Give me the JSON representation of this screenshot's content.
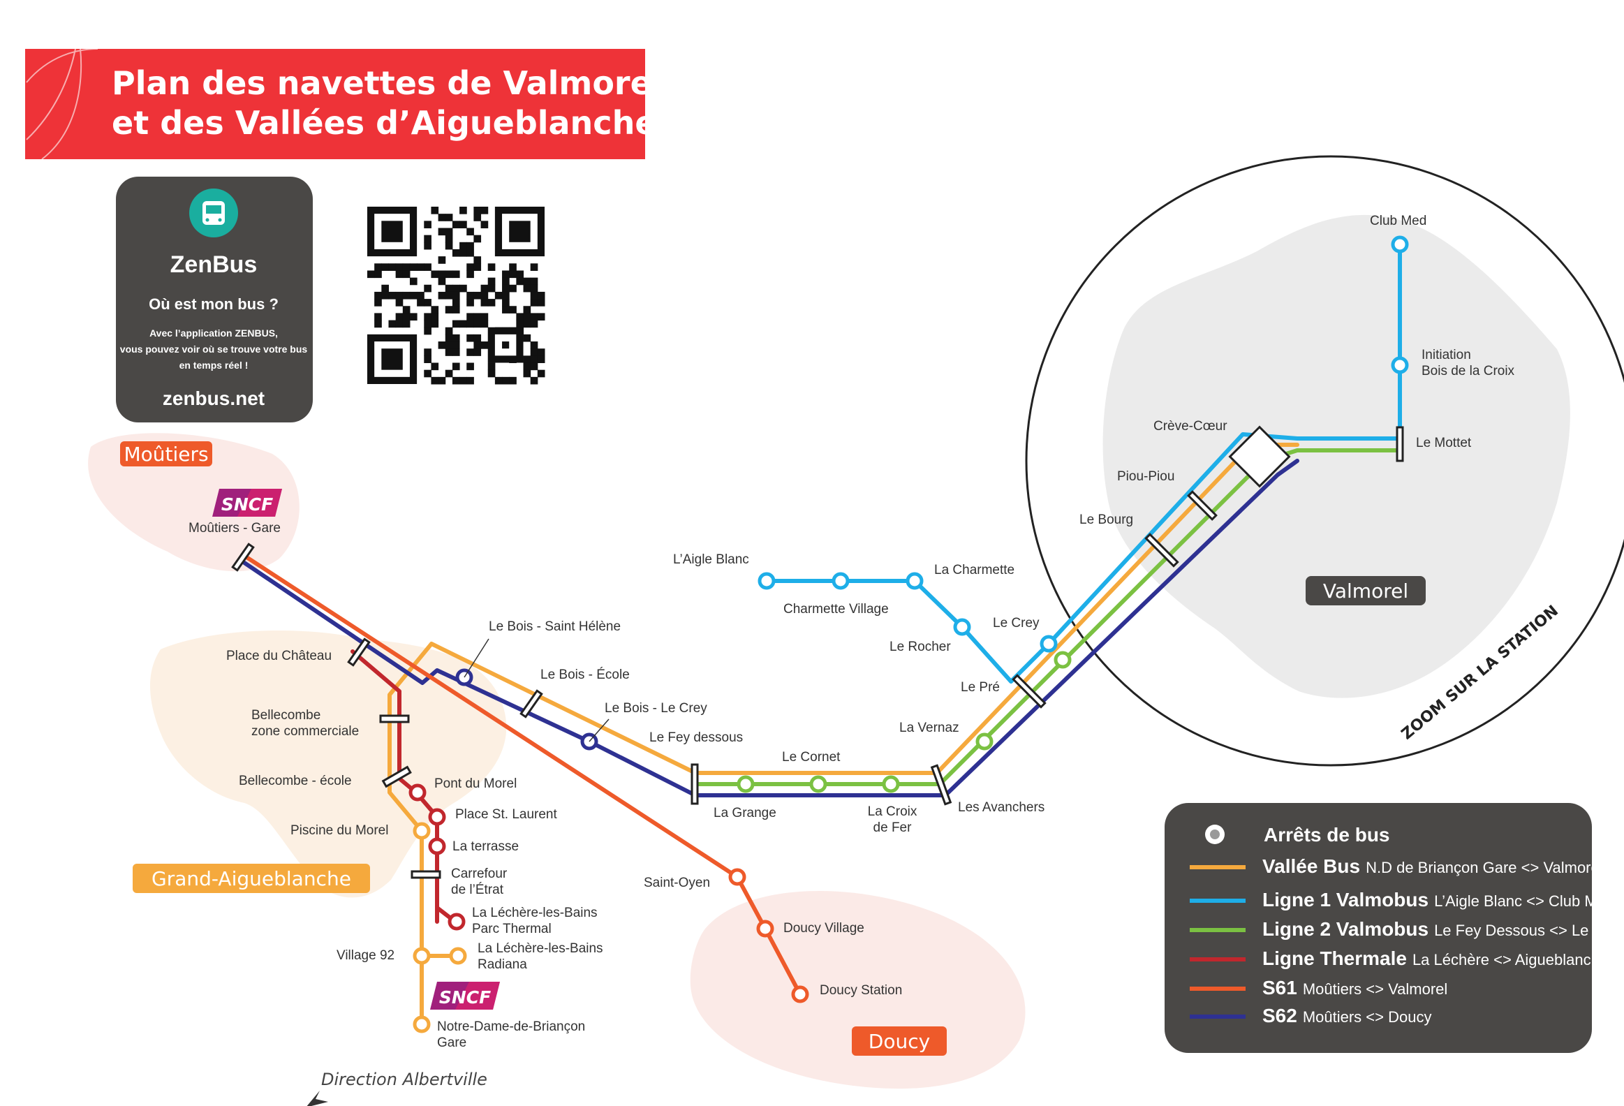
{
  "title": {
    "line1": "Plan des navettes de Valmorel",
    "line2": "et des Vallées d’Aigueblanche"
  },
  "zenbus": {
    "name": "ZenBus",
    "question": "Où est mon bus ?",
    "text_line1": "Avec l’application ZENBUS,",
    "text_line2": "vous pouvez voir où se trouve votre bus",
    "text_line3": "en temps réel !",
    "url": "zenbus.net",
    "icon": "bus-icon"
  },
  "qr_code": {
    "icon": "qr-code"
  },
  "towns": {
    "moutiers": "Moûtiers",
    "grand_aigueblanche": "Grand-Aigueblanche",
    "doucy": "Doucy",
    "valmorel": "Valmorel"
  },
  "sncf": {
    "logo_text": "SNCF"
  },
  "stops": {
    "moutiers_gare": "Moûtiers - Gare",
    "place_chateau": "Place du Château",
    "bellecombe_zc_1": "Bellecombe",
    "bellecombe_zc_2": "zone commerciale",
    "bellecombe_ecole": "Bellecombe - école",
    "pont_morel": "Pont du Morel",
    "place_st_laurent": "Place St. Laurent",
    "piscine_morel": "Piscine du Morel",
    "la_terrasse": "La terrasse",
    "carrefour_1": "Carrefour",
    "carrefour_2": "de l’Étrat",
    "leches_parc_1": "La Léchère-les-Bains",
    "leches_parc_2": "Parc Thermal",
    "village92": "Village 92",
    "leches_radiana_1": "La Léchère-les-Bains",
    "leches_radiana_2": "Radiana",
    "ndb_gare_1": "Notre-Dame-de-Briançon",
    "ndb_gare_2": "Gare",
    "bois_st_helene": "Le Bois - Saint Hélène",
    "bois_ecole": "Le Bois - École",
    "bois_crey": "Le Bois - Le Crey",
    "fey_dessous": "Le Fey dessous",
    "la_grange": "La Grange",
    "le_cornet": "Le Cornet",
    "croix_fer_1": "La Croix",
    "croix_fer_2": "de Fer",
    "avanchers": "Les Avanchers",
    "la_vernaz": "La Vernaz",
    "le_pre": "Le Pré",
    "le_rocher": "Le Rocher",
    "le_crey": "Le Crey",
    "la_charmette": "La Charmette",
    "charmette_village": "Charmette Village",
    "aigle_blanc": "L’Aigle Blanc",
    "saint_oyen": "Saint-Oyen",
    "doucy_village": "Doucy Village",
    "doucy_station": "Doucy Station",
    "le_bourg": "Le Bourg",
    "piou_piou": "Piou-Piou",
    "creve_coeur": "Crève-Cœur",
    "le_mottet": "Le Mottet",
    "initiation_1": "Initiation",
    "initiation_2": "Bois de la Croix",
    "club_med": "Club Med"
  },
  "zoom_label": "ZOOM SUR LA STATION",
  "direction_label": "Direction Albertville",
  "legend": {
    "title": "Arrêts de bus",
    "lines": [
      {
        "name": "Vallée Bus",
        "desc": "N.D de Briançon Gare <> Valmorel",
        "color": "#F5A93D"
      },
      {
        "name": "Ligne 1 Valmobus",
        "desc": "L’Aigle Blanc <> Club Med",
        "color": "#1EAEE8"
      },
      {
        "name": "Ligne 2 Valmobus",
        "desc": "Le Fey Dessous <> Le Mottet",
        "color": "#7BC142"
      },
      {
        "name": "Ligne Thermale",
        "desc": "La Léchère <> Aigueblanche",
        "color": "#C1272D"
      },
      {
        "name": "S61",
        "desc": "Moûtiers <> Valmorel",
        "color": "#EE5A2A"
      },
      {
        "name": "S62",
        "desc": "Moûtiers <> Doucy",
        "color": "#2E3192"
      }
    ]
  },
  "colors": {
    "title_red": "#EE3338",
    "dark_panel": "#4A4846",
    "zenbus_green": "#1AAE9F",
    "orange": "#F5A93D",
    "blue": "#1EAEE8",
    "green": "#7BC142",
    "red": "#C1272D",
    "s61": "#EE5A2A",
    "navy": "#2E3192"
  }
}
